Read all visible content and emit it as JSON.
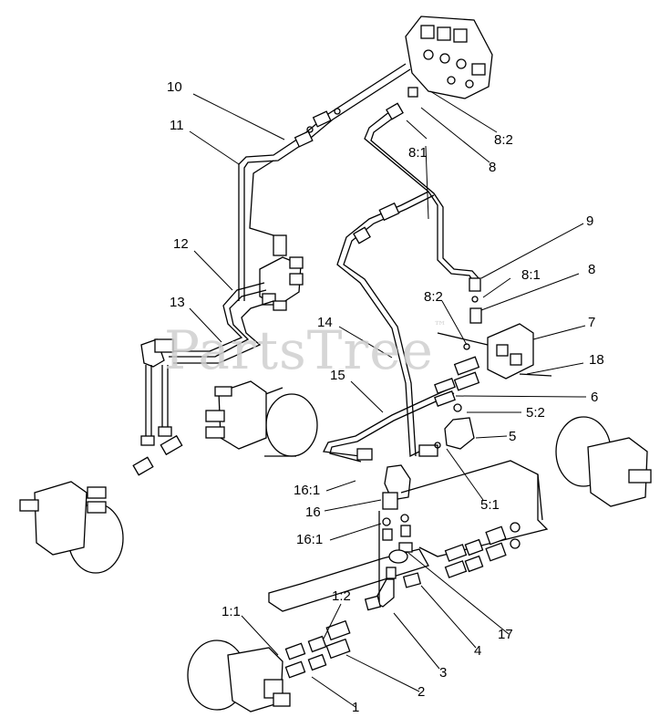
{
  "watermark": {
    "text": "PartsTree",
    "mark": "™"
  },
  "callouts": [
    "10",
    "11",
    "12",
    "13",
    "14",
    "15",
    "16:1",
    "16",
    "16:1",
    "1:1",
    "1:2",
    "1",
    "2",
    "3",
    "4",
    "17",
    "5:1",
    "5",
    "5:2",
    "6",
    "18",
    "7",
    "8:2",
    "8",
    "8:1",
    "9",
    "8:1",
    "8",
    "8:2"
  ]
}
